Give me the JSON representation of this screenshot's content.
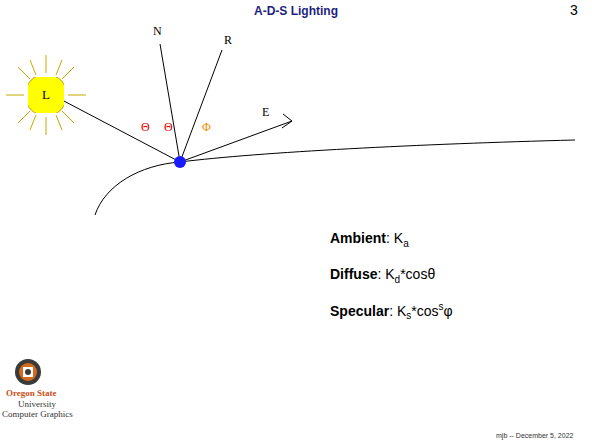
{
  "diagram": {
    "title": "A-D-S Lighting",
    "nodes": [
      {
        "text": [
          "L"
        ]
      }
    ],
    "labels": [
      "3",
      "N",
      "R",
      "E",
      "Θ",
      "Θ",
      "Φ",
      "Ambient",
      ": K",
      "a",
      "Diffuse",
      ": K",
      "d",
      "*cosθ",
      "Specular",
      ": K",
      "s",
      "*cos",
      "s",
      "φ",
      "Oregon State",
      "University",
      "Computer Graphics",
      "mjb -- December 5, 2022"
    ]
  }
}
